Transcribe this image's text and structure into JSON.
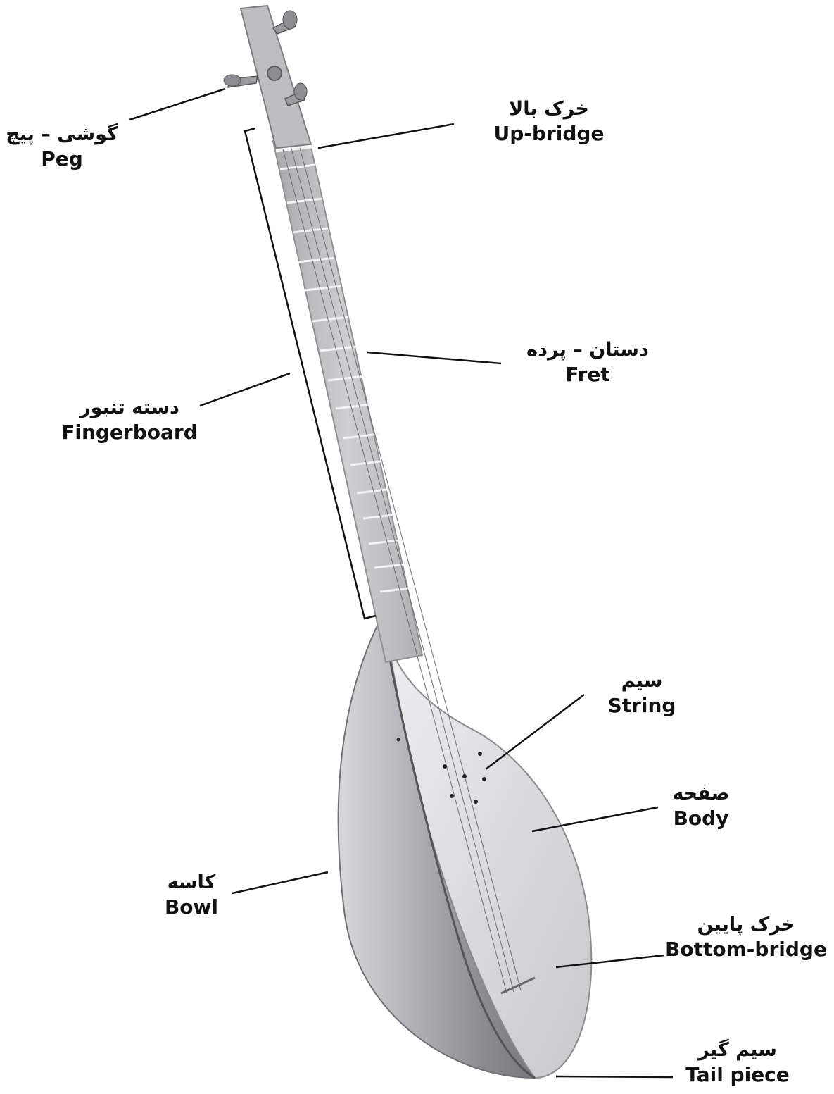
{
  "labels": {
    "peg": {
      "fa": "گوشی – پیچ",
      "en": "Peg"
    },
    "up_bridge": {
      "fa": "خرک بالا",
      "en": "Up-bridge"
    },
    "fret": {
      "fa": "دستان – پرده",
      "en": "Fret"
    },
    "fingerboard": {
      "fa": "دسته تنبور",
      "en": "Fingerboard"
    },
    "string": {
      "fa": "سیم",
      "en": "String"
    },
    "body": {
      "fa": "صفحه",
      "en": "Body"
    },
    "bowl": {
      "fa": "کاسه",
      "en": "Bowl"
    },
    "bottom_bridge": {
      "fa": "خرک پایین",
      "en": "Bottom-bridge"
    },
    "tail_piece": {
      "fa": "سیم گیر",
      "en": "Tail piece"
    }
  },
  "colors": {
    "ink": "#111111",
    "wood": "#c9c9cc",
    "wood_dark": "#8d8d92",
    "body": "#e4e4e8"
  }
}
